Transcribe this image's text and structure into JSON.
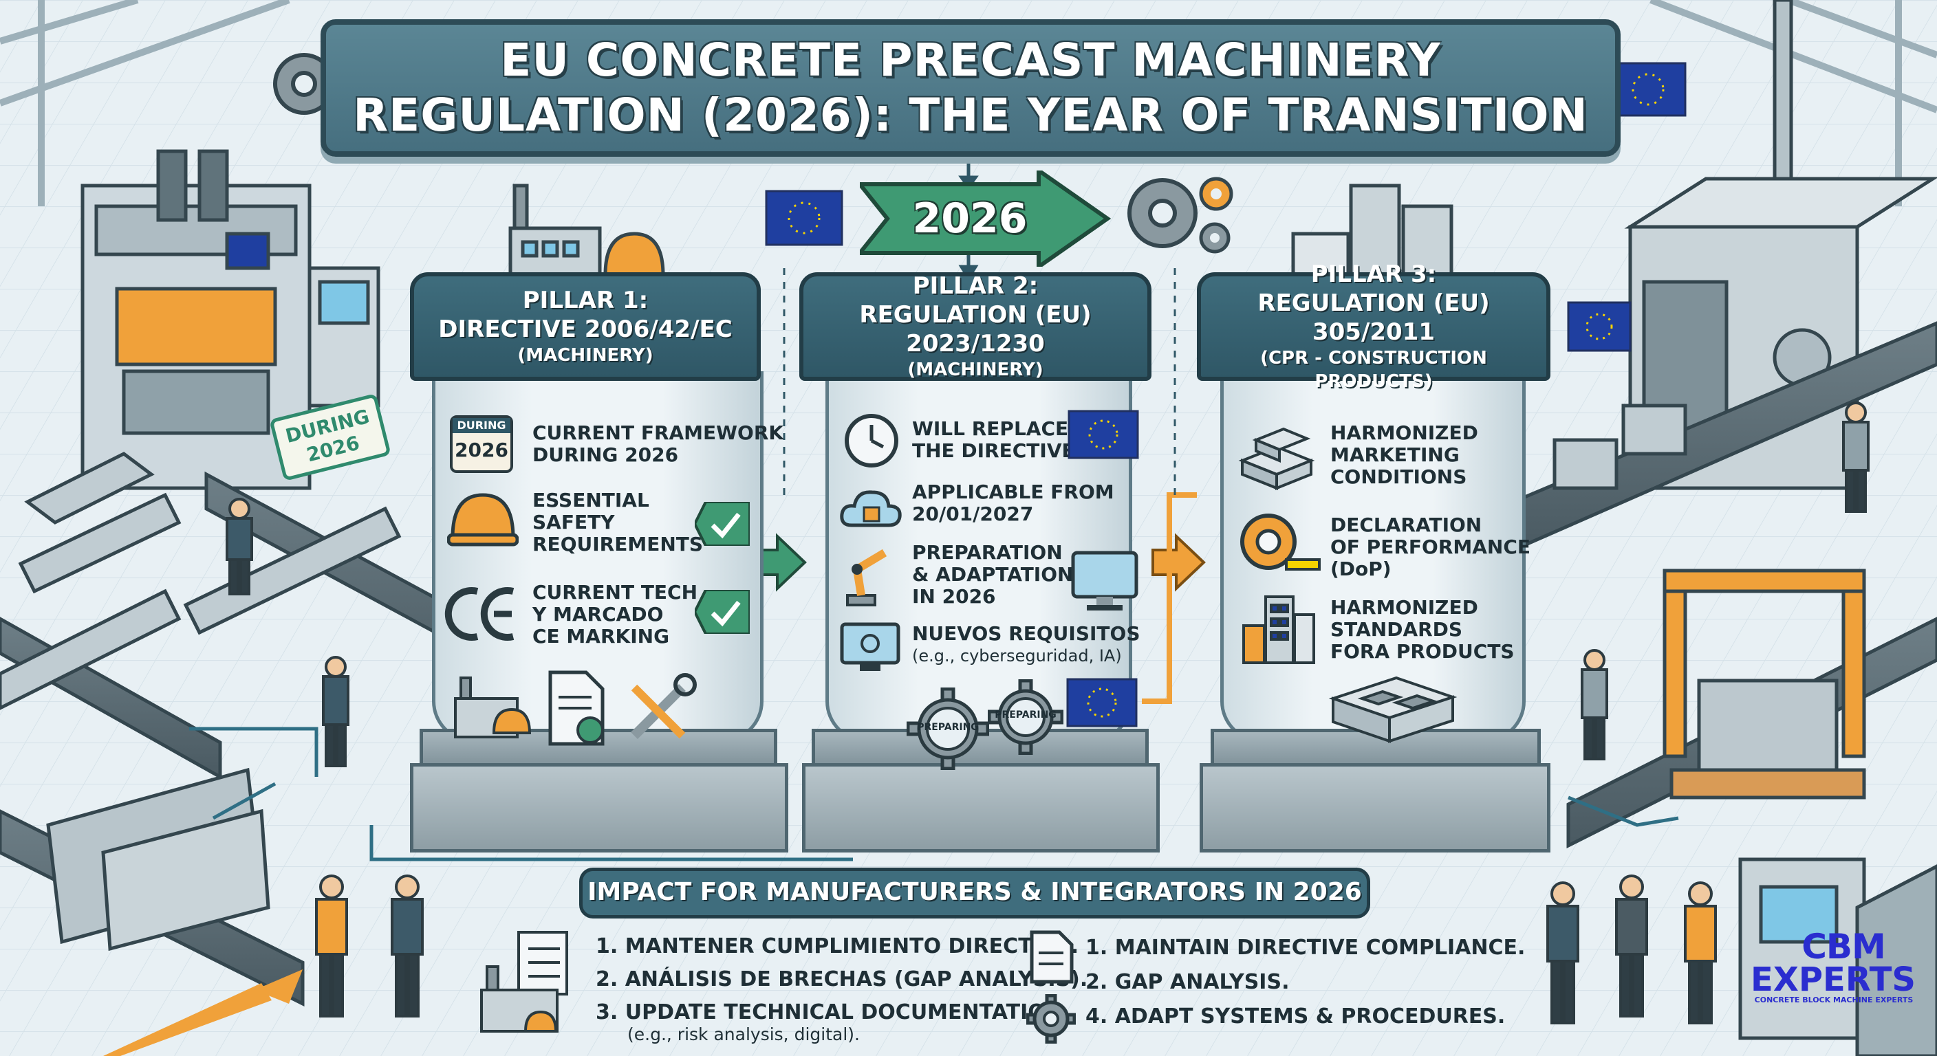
{
  "title": {
    "line1": "EU CONCRETE PRECAST MACHINERY",
    "line2": "REGULATION (2026): THE YEAR OF TRANSITION"
  },
  "year_arrow": {
    "label": "2026"
  },
  "during_sign": {
    "line1": "DURING",
    "line2": "2026"
  },
  "pillars": [
    {
      "title1": "PILLAR 1:",
      "title2": "DIRECTIVE 2006/42/EC",
      "title3": "(MACHINERY)",
      "badge_line1": "DURING",
      "badge_line2": "2026",
      "items": [
        {
          "lines": [
            "CURRENT FRAMEWORK",
            "DURING 2026"
          ],
          "icon": "calendar-icon"
        },
        {
          "lines": [
            "ESSENTIAL",
            "SAFETY",
            "REQUIREMENTS"
          ],
          "icon": "hard-hat-icon"
        },
        {
          "lines": [
            "CURRENT TECH",
            "Y MARCADO",
            "CE MARKING"
          ],
          "icon": "ce-mark-icon"
        }
      ]
    },
    {
      "title1": "PILLAR 2:",
      "title2": "REGULATION (EU) 2023/1230",
      "title3": "(MACHINERY)",
      "gear_label": "PREPARING",
      "items": [
        {
          "lines": [
            "WILL REPLACE",
            "THE DIRECTIVE"
          ],
          "icon": "clock-icon"
        },
        {
          "lines": [
            "APPLICABLE FROM",
            "20/01/2027"
          ],
          "icon": "cloud-lock-icon"
        },
        {
          "lines": [
            "PREPARATION",
            "& ADAPTATION",
            "IN 2026"
          ],
          "icon": "robot-arm-icon"
        },
        {
          "lines": [
            "NUEVOS REQUISITOS"
          ],
          "sub": "(e.g., cyberseguridad, IA)",
          "icon": "computer-icon"
        }
      ]
    },
    {
      "title1": "PILLAR 3:",
      "title2": "REGULATION (EU) 305/2011",
      "title3": "(CPR - CONSTRUCTION PRODUCTS)",
      "items": [
        {
          "lines": [
            "HARMONIZED",
            "MARKETING",
            "CONDITIONS"
          ],
          "icon": "blocks-icon"
        },
        {
          "lines": [
            "DECLARATION",
            "OF PERFORMANCE",
            "(DoP)"
          ],
          "icon": "tape-measure-icon"
        },
        {
          "lines": [
            "HARMONIZED",
            "STANDARDS",
            "FORA PRODUCTS"
          ],
          "icon": "buildings-icon"
        }
      ]
    }
  ],
  "impact": {
    "title": "IMPACT FOR MANUFACTURERS & INTEGRATORS IN 2026",
    "left_items": [
      "1. MANTENER CUMPLIMIENTO DIRECTIVA.",
      "2. ANÁLISIS DE BRECHAS (GAP ANALYSIS).",
      "3. UPDATE TECHNICAL DOCUMENTATION"
    ],
    "left_sub": "(e.g., risk analysis, digital).",
    "right_items": [
      "1.  MAINTAIN DIRECTIVE COMPLIANCE.",
      "2. GAP ANALYSIS.",
      "4. ADAPT SYSTEMS & PROCEDURES."
    ]
  },
  "logo": {
    "line1": "CBM",
    "line2": "EXPERTS",
    "line3": "CONCRETE BLOCK MACHINE EXPERTS"
  },
  "colors": {
    "teal_dark": "#2f5766",
    "teal": "#3f6d7d",
    "green_arrow": "#3f9a73",
    "orange": "#f0a13a",
    "eu_blue": "#1f3fa0",
    "eu_star": "#f5d300",
    "logo_blue": "#2a2dcf"
  }
}
